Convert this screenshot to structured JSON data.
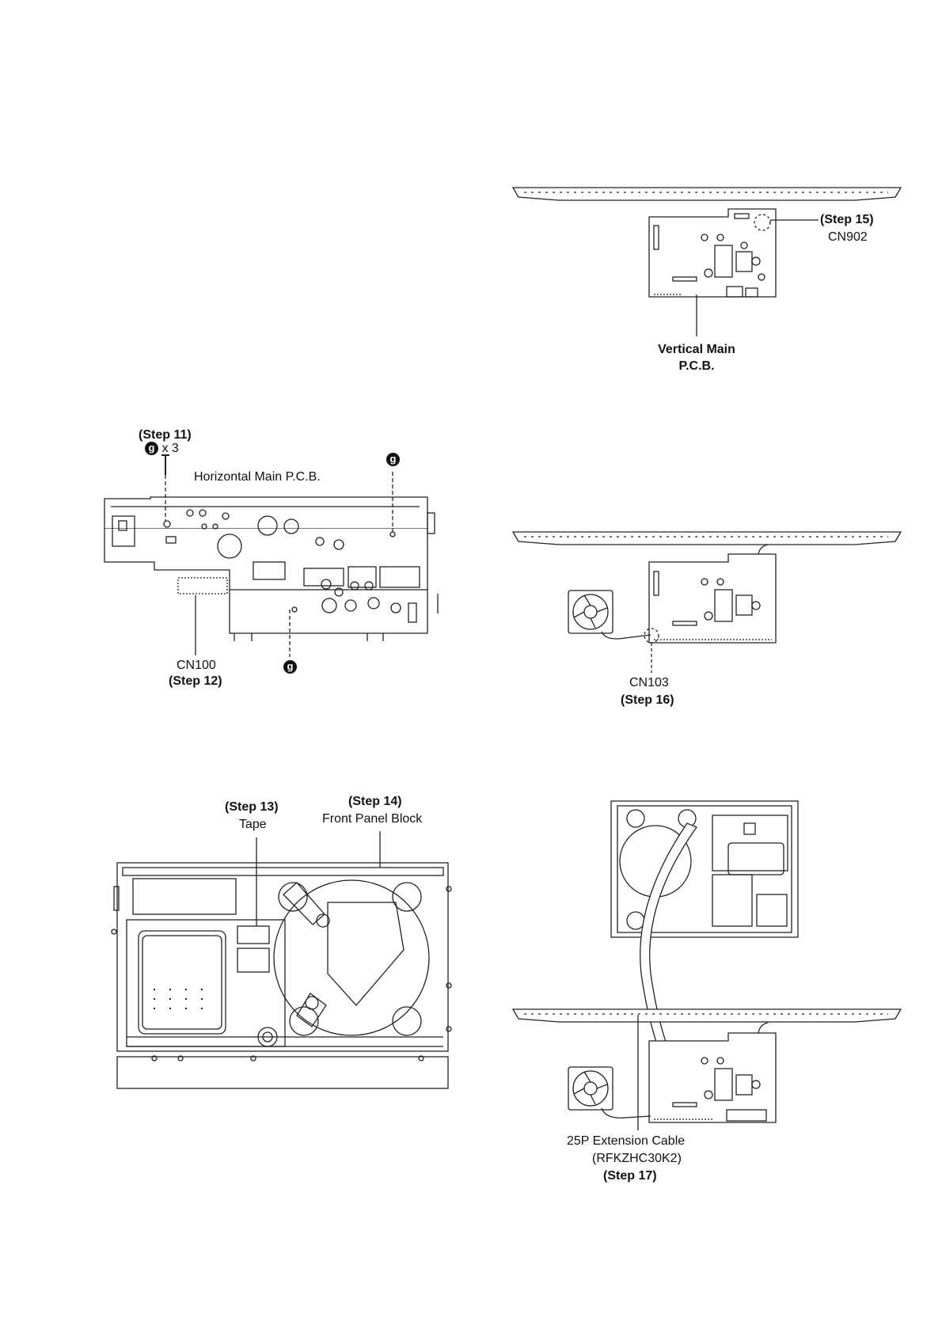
{
  "fig_step15": {
    "step": "(Step 15)",
    "connector": "CN902",
    "board_line1": "Vertical Main",
    "board_line2": "P.C.B."
  },
  "fig_step11": {
    "step": "(Step 11)",
    "screw_symbol": "g",
    "screw_count": "x 3",
    "board": "Horizontal Main P.C.B.",
    "connector": "CN100",
    "connector_step": "(Step 12)"
  },
  "fig_step16": {
    "connector": "CN103",
    "step": "(Step 16)"
  },
  "fig_step13": {
    "tape_step": "(Step 13)",
    "tape": "Tape",
    "panel_step": "(Step 14)",
    "panel": "Front Panel Block"
  },
  "fig_step17": {
    "cable": "25P Extension Cable",
    "part_no": "(RFKZHC30K2)",
    "step": "(Step 17)"
  }
}
